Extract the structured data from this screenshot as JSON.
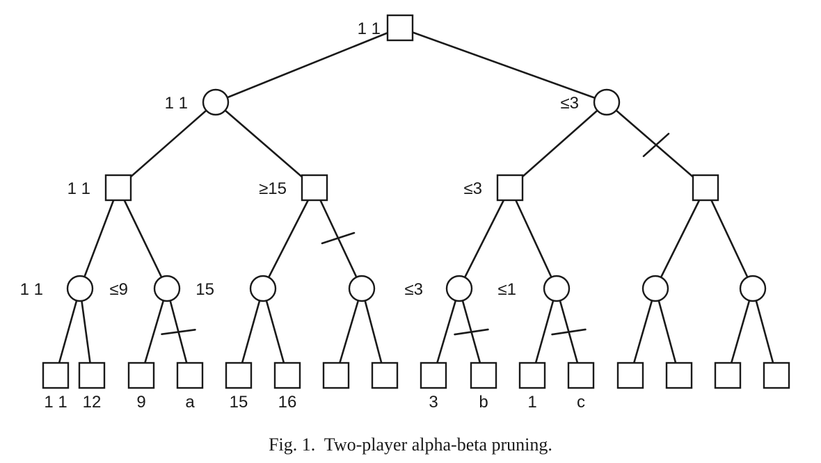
{
  "caption": "Fig. 1.  Two-player alpha-beta pruning.",
  "nodes": [
    {
      "id": "n0",
      "shape": "square",
      "value": "1 1"
    },
    {
      "id": "n1",
      "shape": "circle",
      "value": "1 1"
    },
    {
      "id": "n2",
      "shape": "circle",
      "value": "≤3"
    },
    {
      "id": "n3",
      "shape": "square",
      "value": "1 1"
    },
    {
      "id": "n4",
      "shape": "square",
      "value": "≥15"
    },
    {
      "id": "n5",
      "shape": "square",
      "value": "≤3"
    },
    {
      "id": "n6",
      "shape": "square",
      "value": ""
    },
    {
      "id": "n7",
      "shape": "circle",
      "value": "1 1"
    },
    {
      "id": "n8",
      "shape": "circle",
      "value": "≤9"
    },
    {
      "id": "n9",
      "shape": "circle",
      "value": "15"
    },
    {
      "id": "n10",
      "shape": "circle",
      "value": ""
    },
    {
      "id": "n11",
      "shape": "circle",
      "value": "≤3"
    },
    {
      "id": "n12",
      "shape": "circle",
      "value": "≤1"
    },
    {
      "id": "n13",
      "shape": "circle",
      "value": ""
    },
    {
      "id": "n14",
      "shape": "circle",
      "value": ""
    },
    {
      "id": "n15",
      "shape": "square",
      "value": "1 1"
    },
    {
      "id": "n16",
      "shape": "square",
      "value": "12"
    },
    {
      "id": "n17",
      "shape": "square",
      "value": "9"
    },
    {
      "id": "n18",
      "shape": "square",
      "value": "a"
    },
    {
      "id": "n19",
      "shape": "square",
      "value": "15"
    },
    {
      "id": "n20",
      "shape": "square",
      "value": "16"
    },
    {
      "id": "n21",
      "shape": "square",
      "value": ""
    },
    {
      "id": "n22",
      "shape": "square",
      "value": ""
    },
    {
      "id": "n23",
      "shape": "square",
      "value": "3"
    },
    {
      "id": "n24",
      "shape": "square",
      "value": "b"
    },
    {
      "id": "n25",
      "shape": "square",
      "value": "1"
    },
    {
      "id": "n26",
      "shape": "square",
      "value": "c"
    },
    {
      "id": "n27",
      "shape": "square",
      "value": ""
    },
    {
      "id": "n28",
      "shape": "square",
      "value": ""
    },
    {
      "id": "n29",
      "shape": "square",
      "value": ""
    },
    {
      "id": "n30",
      "shape": "square",
      "value": ""
    }
  ],
  "edges": [
    {
      "from": "n0",
      "to": "n1",
      "pruned": false
    },
    {
      "from": "n0",
      "to": "n2",
      "pruned": false
    },
    {
      "from": "n1",
      "to": "n3",
      "pruned": false
    },
    {
      "from": "n1",
      "to": "n4",
      "pruned": false
    },
    {
      "from": "n2",
      "to": "n5",
      "pruned": false
    },
    {
      "from": "n2",
      "to": "n6",
      "pruned": true
    },
    {
      "from": "n3",
      "to": "n7",
      "pruned": false
    },
    {
      "from": "n3",
      "to": "n8",
      "pruned": false
    },
    {
      "from": "n4",
      "to": "n9",
      "pruned": false
    },
    {
      "from": "n4",
      "to": "n10",
      "pruned": true
    },
    {
      "from": "n5",
      "to": "n11",
      "pruned": false
    },
    {
      "from": "n5",
      "to": "n12",
      "pruned": false
    },
    {
      "from": "n6",
      "to": "n13",
      "pruned": false
    },
    {
      "from": "n6",
      "to": "n14",
      "pruned": false
    },
    {
      "from": "n7",
      "to": "n15",
      "pruned": false
    },
    {
      "from": "n7",
      "to": "n16",
      "pruned": false
    },
    {
      "from": "n8",
      "to": "n17",
      "pruned": false
    },
    {
      "from": "n8",
      "to": "n18",
      "pruned": true
    },
    {
      "from": "n9",
      "to": "n19",
      "pruned": false
    },
    {
      "from": "n9",
      "to": "n20",
      "pruned": false
    },
    {
      "from": "n10",
      "to": "n21",
      "pruned": false
    },
    {
      "from": "n10",
      "to": "n22",
      "pruned": false
    },
    {
      "from": "n11",
      "to": "n23",
      "pruned": false
    },
    {
      "from": "n11",
      "to": "n24",
      "pruned": true
    },
    {
      "from": "n12",
      "to": "n25",
      "pruned": false
    },
    {
      "from": "n12",
      "to": "n26",
      "pruned": true
    },
    {
      "from": "n13",
      "to": "n27",
      "pruned": false
    },
    {
      "from": "n13",
      "to": "n28",
      "pruned": false
    },
    {
      "from": "n14",
      "to": "n29",
      "pruned": false
    },
    {
      "from": "n14",
      "to": "n30",
      "pruned": false
    }
  ]
}
